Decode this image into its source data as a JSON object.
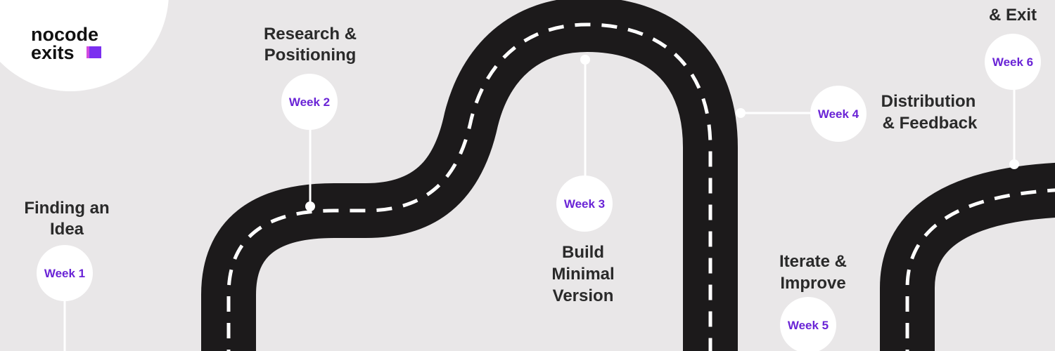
{
  "brand": {
    "line1": "nocode",
    "line2": "exits",
    "accent_color": "#7b2ff0"
  },
  "colors": {
    "background": "#e9e7e8",
    "road": "#1c1a1b",
    "lane": "#ffffff",
    "week_text": "#6a24d6",
    "label_text": "#2a2a2a"
  },
  "milestones": [
    {
      "week": "Week 1",
      "title_lines": [
        "Finding an",
        "Idea"
      ]
    },
    {
      "week": "Week 2",
      "title_lines": [
        "Research &",
        "Positioning"
      ]
    },
    {
      "week": "Week 3",
      "title_lines": [
        "Build",
        "Minimal",
        "Version"
      ]
    },
    {
      "week": "Week 4",
      "title_lines": [
        "Distribution",
        "& Feedback"
      ]
    },
    {
      "week": "Week 5",
      "title_lines": [
        "Iterate &",
        "Improve"
      ]
    },
    {
      "week": "Week 6",
      "title_lines": [
        "& Exit"
      ]
    }
  ]
}
